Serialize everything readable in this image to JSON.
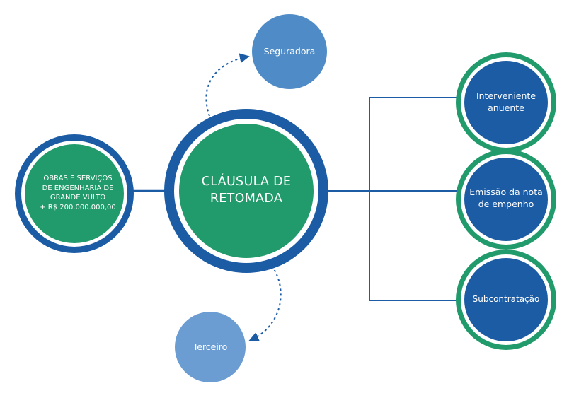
{
  "colors": {
    "dark_blue": "#1c5ca5",
    "green": "#219b6b",
    "light_blue": "#4f8cc7",
    "pale_blue": "#6b9dd3",
    "white": "#ffffff"
  },
  "nodes": {
    "left": {
      "lines": [
        "OBRAS E SERVIÇOS",
        "DE ENGENHARIA DE",
        "GRANDE VULTO",
        "+ R$ 200.000.000,00"
      ]
    },
    "center": {
      "lines": [
        "CLÁUSULA DE",
        "RETOMADA"
      ]
    },
    "seguradora": {
      "label": "Seguradora"
    },
    "terceiro": {
      "label": "Terceiro"
    },
    "right": [
      {
        "lines": [
          "Interveniente",
          "anuente"
        ]
      },
      {
        "lines": [
          "Emissão da nota",
          "de empenho"
        ]
      },
      {
        "lines": [
          "Subcontratação"
        ]
      }
    ]
  }
}
